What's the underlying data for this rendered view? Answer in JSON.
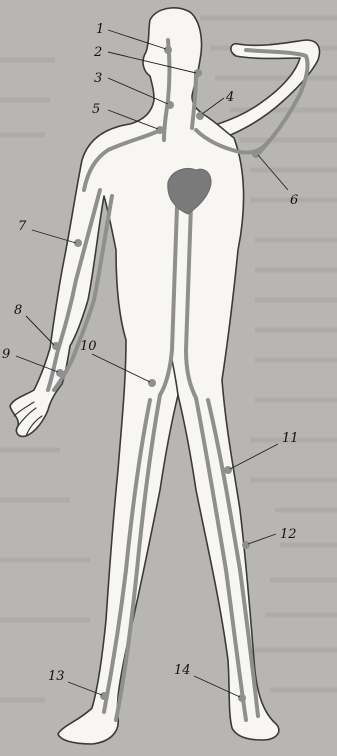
{
  "colors": {
    "background": "#b8b6b2",
    "body_fill": "#f7f6f3",
    "outline": "#3a3a3a",
    "vessel": "#8f8f8f",
    "heart": "#7a7a7a",
    "label": "#111111"
  },
  "labels": {
    "l1": "1",
    "l2": "2",
    "l3": "3",
    "l4": "4",
    "l5": "5",
    "l6": "6",
    "l7": "7",
    "l8": "8",
    "l9": "9",
    "l10": "10",
    "l11": "11",
    "l12": "12",
    "l13": "13",
    "l14": "14"
  }
}
